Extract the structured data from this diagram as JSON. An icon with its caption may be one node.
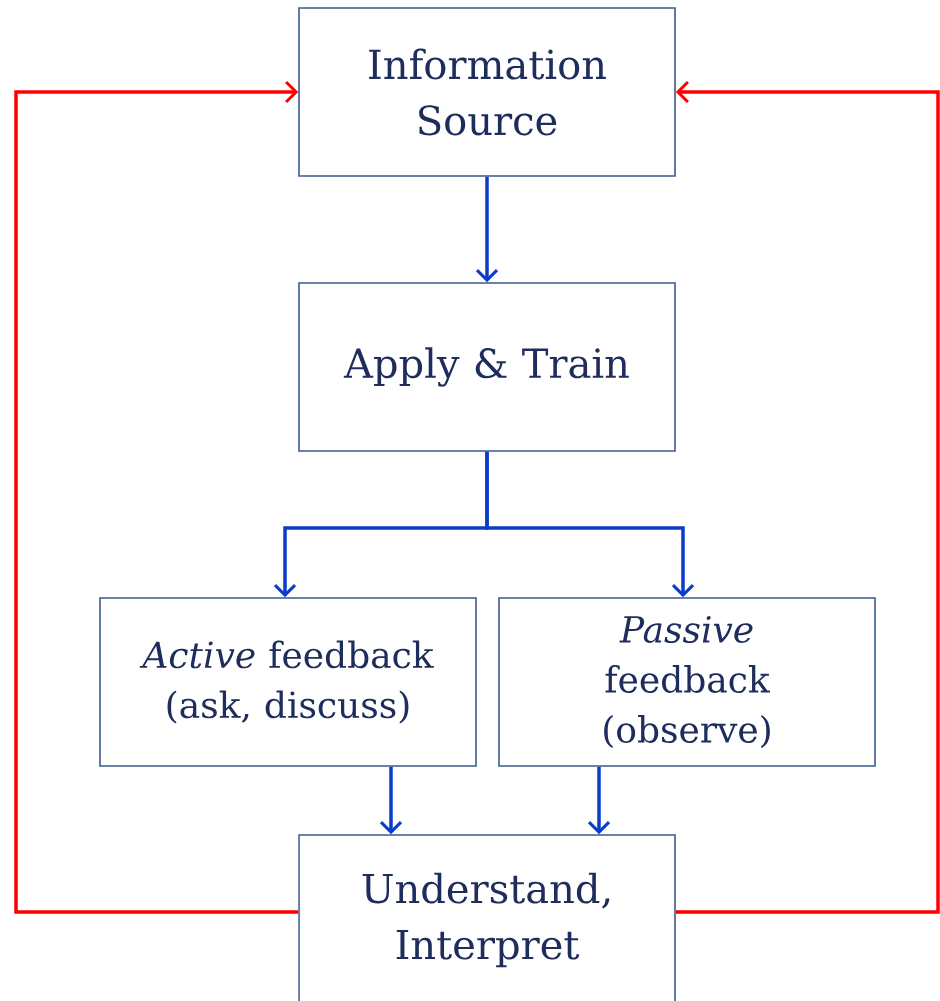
{
  "diagram": {
    "nodes": [
      {
        "text": [
          "Information Source"
        ]
      },
      {
        "text": [
          "Apply & Train"
        ]
      },
      {
        "text": [
          "*Active* feedback (ask, discuss)"
        ]
      },
      {
        "text": [
          "*Passive* feedback (observe)"
        ]
      },
      {
        "text": [
          "Understand, Interpret"
        ]
      }
    ],
    "edges": [
      {
        "from": 0,
        "to": 1,
        "arrow": "to"
      },
      {
        "from": 1,
        "to": 2,
        "arrow": "to"
      },
      {
        "from": 1,
        "to": 3,
        "arrow": "to"
      },
      {
        "from": 2,
        "to": 4,
        "arrow": "to"
      },
      {
        "from": 3,
        "to": 4,
        "arrow": "to"
      },
      {
        "from": 4,
        "to": 0,
        "arrow": "to",
        "color": "#ff0000"
      },
      {
        "from": 4,
        "to": 0,
        "arrow": "to",
        "color": "#ff0000"
      }
    ]
  }
}
